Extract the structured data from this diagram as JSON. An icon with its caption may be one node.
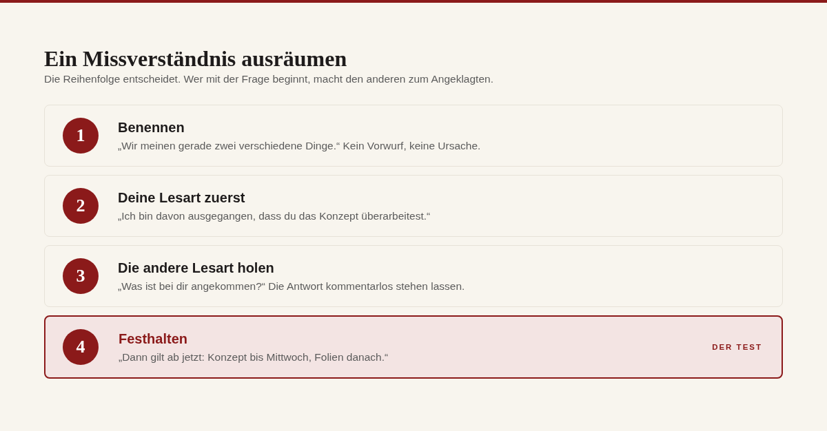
{
  "diagram": {
    "title": "Ein Missverständnis ausräumen",
    "nodes": [
      {
        "text": [
          "Benennen",
          "„Wir meinen gerade zwei verschiedene Dinge.“ Kein Vorwurf, keine Ursache."
        ]
      },
      {
        "text": [
          "1"
        ],
        "in": 0
      },
      {
        "text": [
          "Deine Lesart zuerst",
          "„Ich bin davon ausgegangen, dass du das Konzept überarbeitest.“"
        ]
      },
      {
        "text": [
          "2"
        ],
        "in": 2
      },
      {
        "text": [
          "Die andere Lesart holen",
          "„Was ist bei dir angekommen?“ Die Antwort kommentarlos stehen lassen."
        ]
      },
      {
        "text": [
          "3"
        ],
        "in": 4
      },
      {
        "text": [
          "Festhalten",
          "„Dann gilt ab jetzt: Konzept bis Mittwoch, Folien danach.“",
          "DER TEST"
        ]
      },
      {
        "text": [
          "4"
        ],
        "in": 6
      }
    ],
    "labels": [
      "Die Reihenfolge entscheidet. Wer mit der Frage beginnt, macht den anderen zum Angeklagten."
    ]
  }
}
